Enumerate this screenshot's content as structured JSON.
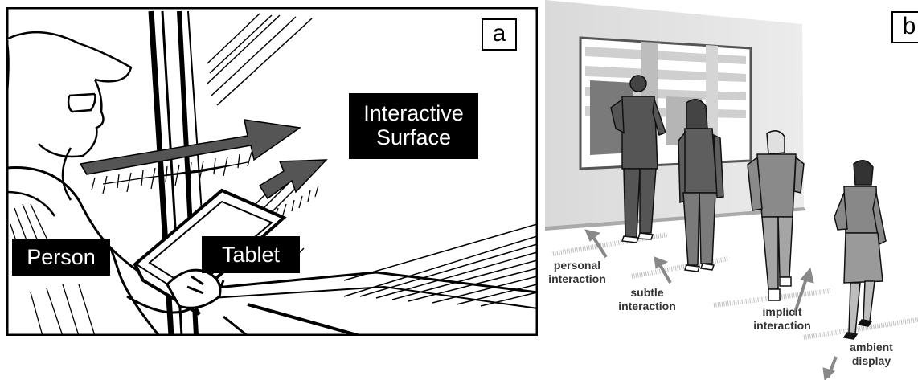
{
  "panel_a": {
    "letter": "a",
    "labels": {
      "interactive_surface": [
        "Interactive",
        "Surface"
      ],
      "person": "Person",
      "tablet": "Tablet"
    }
  },
  "panel_b": {
    "letter": "b",
    "zones": {
      "personal": [
        "personal",
        "interaction"
      ],
      "subtle": [
        "subtle",
        "interaction"
      ],
      "implicit": [
        "implicit",
        "interaction"
      ],
      "ambient": [
        "ambient",
        "display"
      ]
    }
  }
}
